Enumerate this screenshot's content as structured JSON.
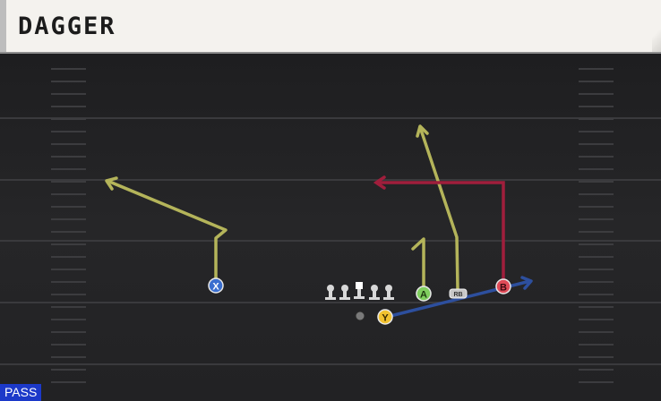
{
  "play": {
    "name": "DAGGER",
    "type_badge": "PASS"
  },
  "players": {
    "x": "X",
    "a": "A",
    "rb": "RB",
    "b": "B",
    "y": "Y"
  },
  "colors": {
    "field": "#232325",
    "yard_line": "#3a3a3d",
    "hash_mark": "#3c3c3f",
    "route_yellow": "#b4b45a",
    "route_red": "#a01e3c",
    "route_blue": "#2d4f9e",
    "player_x": "#3a6ecf",
    "player_a": "#7fce5e",
    "player_b": "#e04b58",
    "player_y": "#f2c230",
    "player_rb": "#c8c8c8",
    "lineman": "#d8d8d8",
    "badge": "#1c39c9"
  }
}
